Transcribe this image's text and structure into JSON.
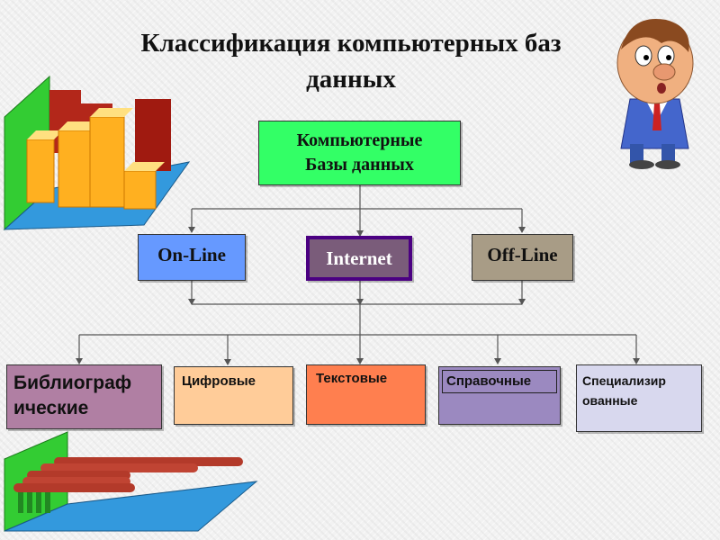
{
  "title_line1": "Классификация компьютерных баз",
  "title_line2": "данных",
  "root": {
    "line1": "Компьютерные",
    "line2": "Базы данных"
  },
  "tier1": {
    "online": "On-Line",
    "internet": "Internet",
    "offline": "Off-Line"
  },
  "tier2": {
    "bibliographic": {
      "line1": "Библиограф",
      "line2": "ические"
    },
    "digital": "Цифровые",
    "text": "Текстовые",
    "reference": "Справочные",
    "specialized": {
      "line1": "Специализир",
      "line2": "ованные"
    }
  },
  "colors": {
    "root": "#33ff66",
    "online": "#6699ff",
    "internet": "#7a5c7a",
    "internet_border": "#4b0082",
    "offline": "#a89c86",
    "bibliographic": "#b07fa3",
    "digital": "#ffcc99",
    "text": "#ff7f4f",
    "reference": "#9b89c0",
    "specialized": "#d8d8ee"
  }
}
